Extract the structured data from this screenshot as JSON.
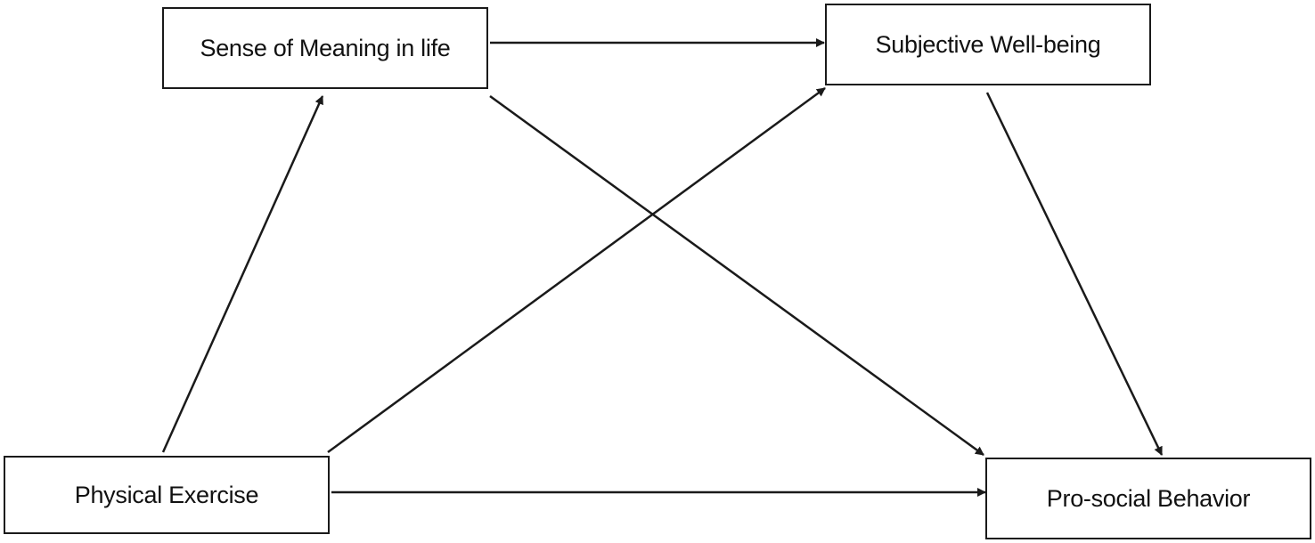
{
  "nodes": {
    "meaning": {
      "label": "Sense of Meaning in life"
    },
    "wellbeing": {
      "label": "Subjective Well-being"
    },
    "exercise": {
      "label": "Physical Exercise"
    },
    "prosocial": {
      "label": "Pro-social Behavior"
    }
  },
  "edges": [
    {
      "from": "exercise",
      "to": "meaning"
    },
    {
      "from": "exercise",
      "to": "wellbeing"
    },
    {
      "from": "exercise",
      "to": "prosocial"
    },
    {
      "from": "meaning",
      "to": "wellbeing"
    },
    {
      "from": "meaning",
      "to": "prosocial"
    },
    {
      "from": "wellbeing",
      "to": "prosocial"
    }
  ],
  "colors": {
    "line": "#1a1a1a",
    "text": "#111111",
    "background": "#ffffff"
  }
}
